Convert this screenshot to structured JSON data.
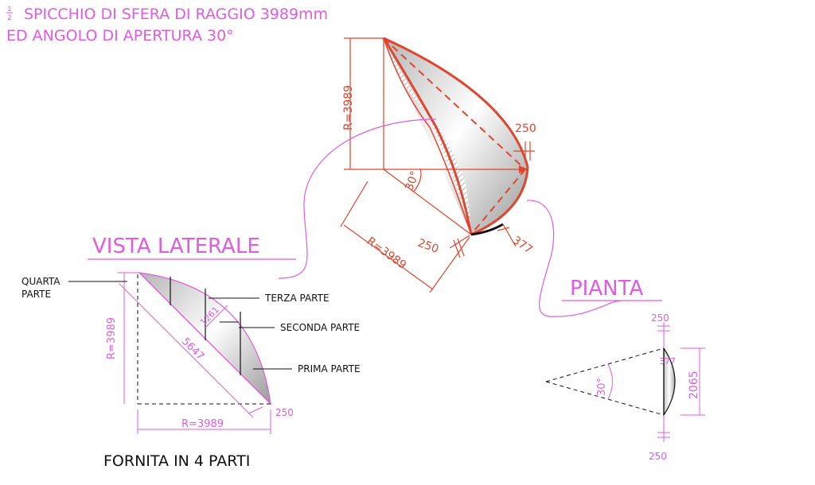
{
  "title": {
    "fraction": "1/2",
    "line1": "SPICCHIO DI SFERA DI RAGGIO 3989mm",
    "line2": "ED ANGOLO DI APERTURA 30°"
  },
  "axonometric": {
    "radius_vertical": "R=3989",
    "radius_diagonal": "R=3989",
    "angle": "30°",
    "thickness_top": "250",
    "thickness_bottom": "250",
    "chord": "377"
  },
  "lateral_view": {
    "heading": "VISTA LATERALE",
    "parts": [
      "QUARTA PARTE",
      "TERZA PARTE",
      "SECONDA PARTE",
      "PRIMA PARTE"
    ],
    "radius_vertical": "R=3989",
    "radius_horizontal": "R=3989",
    "chord_length": "5647",
    "segment": "1261",
    "thickness": "250"
  },
  "plan_view": {
    "heading": "PIANTA",
    "angle": "30°",
    "thickness_top": "250",
    "thickness_bottom": "250",
    "chord": "377",
    "width": "2065"
  },
  "footer": "FORNITA IN 4 PARTI",
  "colors": {
    "annotation": "#e05ce0",
    "outline": "#e0452e",
    "shade": "#d0d0d0"
  }
}
